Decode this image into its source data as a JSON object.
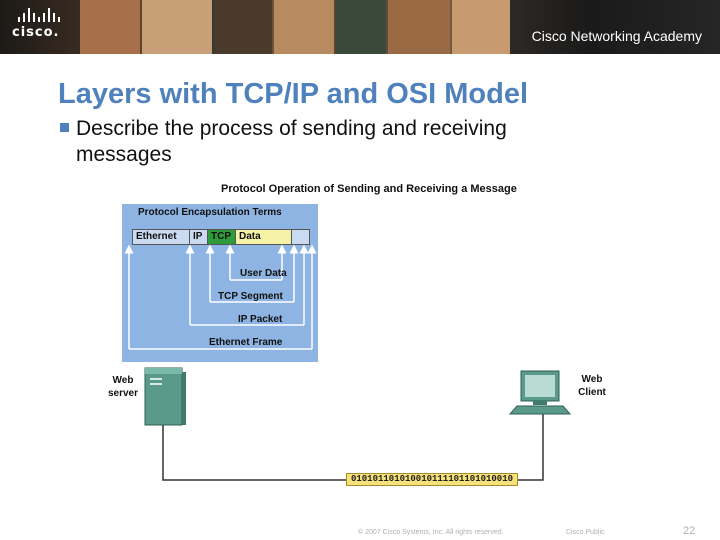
{
  "header": {
    "logo_text": "cisco.",
    "academy_text": "Cisco Networking Academy"
  },
  "slide": {
    "title": "Layers with TCP/IP and OSI Model",
    "bullet": "Describe the process of sending and receiving messages"
  },
  "diagram": {
    "title": "Protocol Operation of Sending and Receiving a Message",
    "panel_title": "Protocol Encapsulation Terms",
    "segments": {
      "ethernet": "Ethernet",
      "ip": "IP",
      "tcp": "TCP",
      "data": "Data"
    },
    "layers": {
      "user_data": "User Data",
      "tcp_segment": "TCP Segment",
      "ip_packet": "IP Packet",
      "ethernet_frame": "Ethernet Frame"
    },
    "server_label": "Web server",
    "client_label": "Web Client",
    "bits": "01010110101001011110110101001​0"
  },
  "footer": {
    "copyright": "© 2007 Cisco Systems, Inc. All rights reserved.",
    "label": "Cisco Public",
    "page_number": "22"
  },
  "colors": {
    "title": "#4f81bd",
    "panel": "#8db4e2",
    "tcp": "#2e9a3a",
    "data": "#f6f2a8",
    "bits": "#f6e27a",
    "device": "#5a9a8a"
  }
}
